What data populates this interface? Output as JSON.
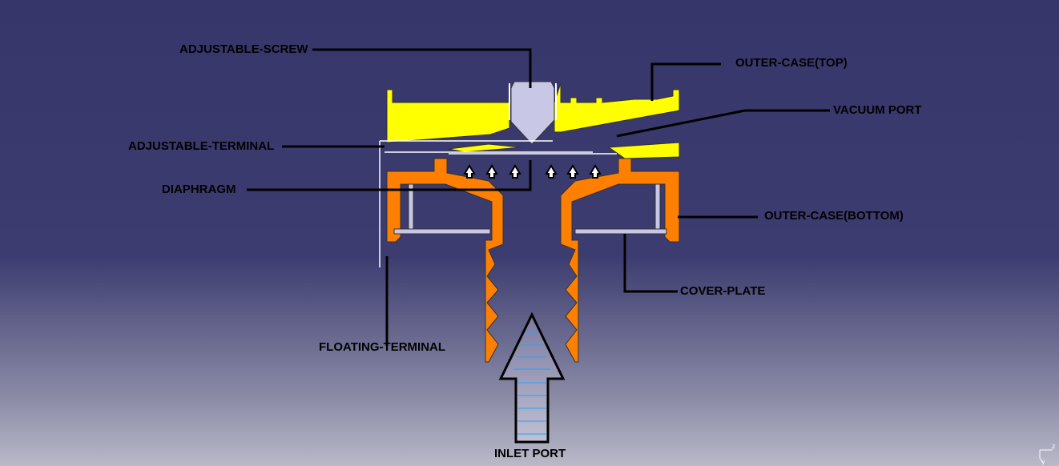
{
  "labels": {
    "adjustable_screw": "ADJUSTABLE-SCREW",
    "outer_case_top": "OUTER-CASE(TOP)",
    "vacuum_port": "VACUUM PORT",
    "adjustable_terminal": "ADJUSTABLE-TERMINAL",
    "diaphragm": "DIAPHRAGM",
    "outer_case_bottom": "OUTER-CASE(BOTTOM)",
    "cover_plate": "COVER-PLATE",
    "floating_terminal": "FLOATING-TERMINAL",
    "inlet_port": "INLET PORT"
  },
  "axis_triad": {
    "z": "z",
    "y": "y"
  },
  "colors": {
    "outer_case_top": "#ffff00",
    "outer_case_bottom": "#ff8000",
    "screw": "#c8c8e6",
    "cover_plate": "#c8c8e6",
    "inlet_arrow_stripes": "#2aa0ff"
  }
}
